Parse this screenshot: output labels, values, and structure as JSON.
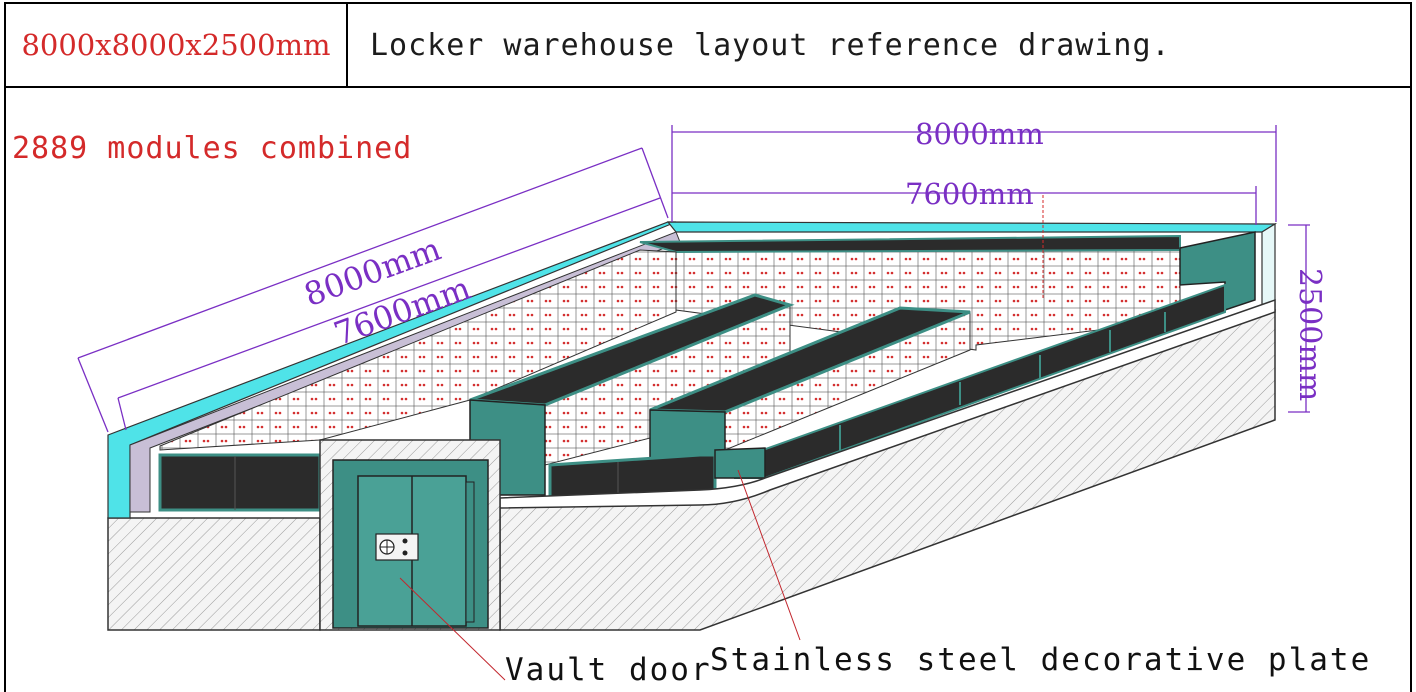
{
  "header": {
    "dimensions": "8000x8000x2500mm",
    "title": "Locker warehouse layout reference drawing."
  },
  "notes": {
    "modules": "2889 modules combined"
  },
  "dimensions": {
    "top_outer": "8000mm",
    "top_inner": "7600mm",
    "side_outer": "8000mm",
    "side_inner": "7600mm",
    "height": "2500mm"
  },
  "callouts": {
    "vault_door": "Vault door",
    "plate": "Stainless steel decorative plate"
  },
  "colors": {
    "teal": "#3d8f85",
    "teal_light": "#69b3a8",
    "cyan": "#4fe3e8",
    "lavender": "#c8bfd6",
    "dark_cabinet": "#2b2b2b",
    "dimension": "#7a2fc4",
    "note_red": "#d42a2a"
  }
}
